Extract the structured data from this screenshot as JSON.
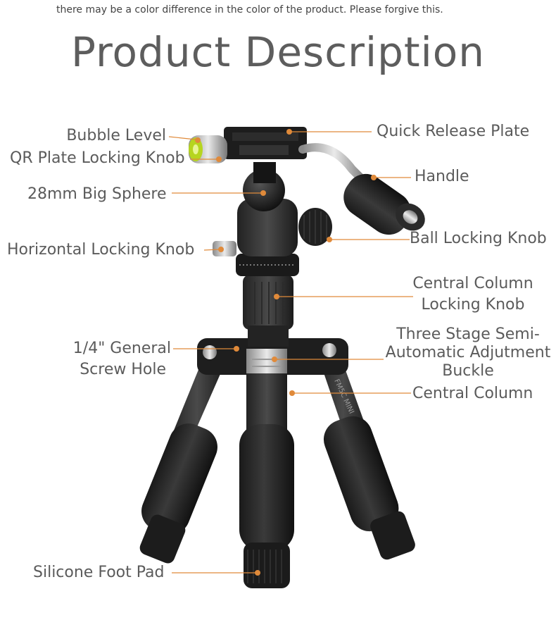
{
  "top_note": {
    "line1": "there may be a color difference in the color of the product. Please forgive this."
  },
  "title": "Product Description",
  "product_model": "FM5C MINI",
  "labels": {
    "bubble_level": "Bubble Level",
    "qr_plate_locking_knob": "QR Plate Locking Knob",
    "big_sphere": "28mm Big Sphere",
    "horizontal_locking_knob": "Horizontal Locking Knob",
    "general_screw_hole_1": "1/4\" General",
    "general_screw_hole_2": "Screw Hole",
    "silicone_foot_pad": "Silicone Foot Pad",
    "quick_release_plate": "Quick Release Plate",
    "handle": "Handle",
    "ball_locking_knob": "Ball Locking Knob",
    "central_column_locking_knob_1": "Central Column",
    "central_column_locking_knob_2": "Locking Knob",
    "buckle_1": "Three Stage Semi-",
    "buckle_2": "Automatic Adjutment",
    "buckle_3": "Buckle",
    "central_column": "Central Column"
  },
  "colors": {
    "leader_line": "#e08a3a",
    "text": "#5b5b5b"
  }
}
